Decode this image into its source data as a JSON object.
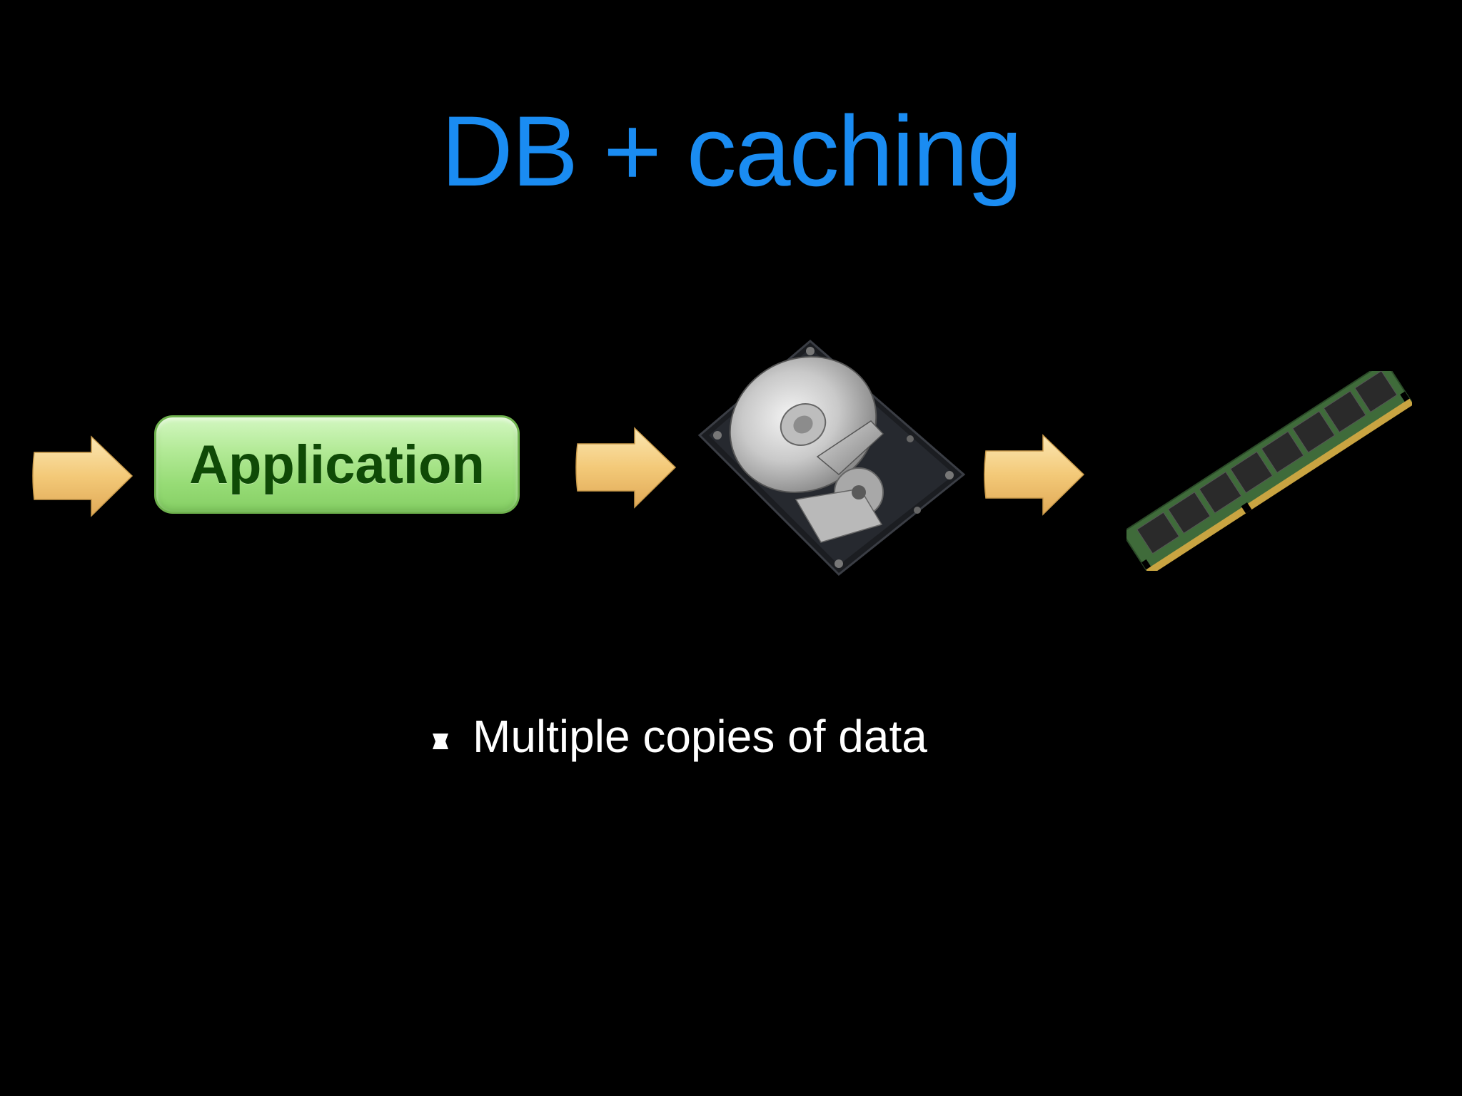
{
  "slide": {
    "title": "DB + caching",
    "title_color": "#1a8cf2",
    "background_color": "#000000"
  },
  "diagram": {
    "flow": [
      "arrow",
      "application",
      "arrow",
      "hard-disk",
      "arrow",
      "ram-module"
    ],
    "application_label": "Application",
    "application_color": "#9be07a",
    "arrow_color": "#f2cf86",
    "icons": [
      "hard-disk-icon",
      "ram-module-icon"
    ]
  },
  "bullets": [
    {
      "text": "Multiple copies of data"
    }
  ]
}
